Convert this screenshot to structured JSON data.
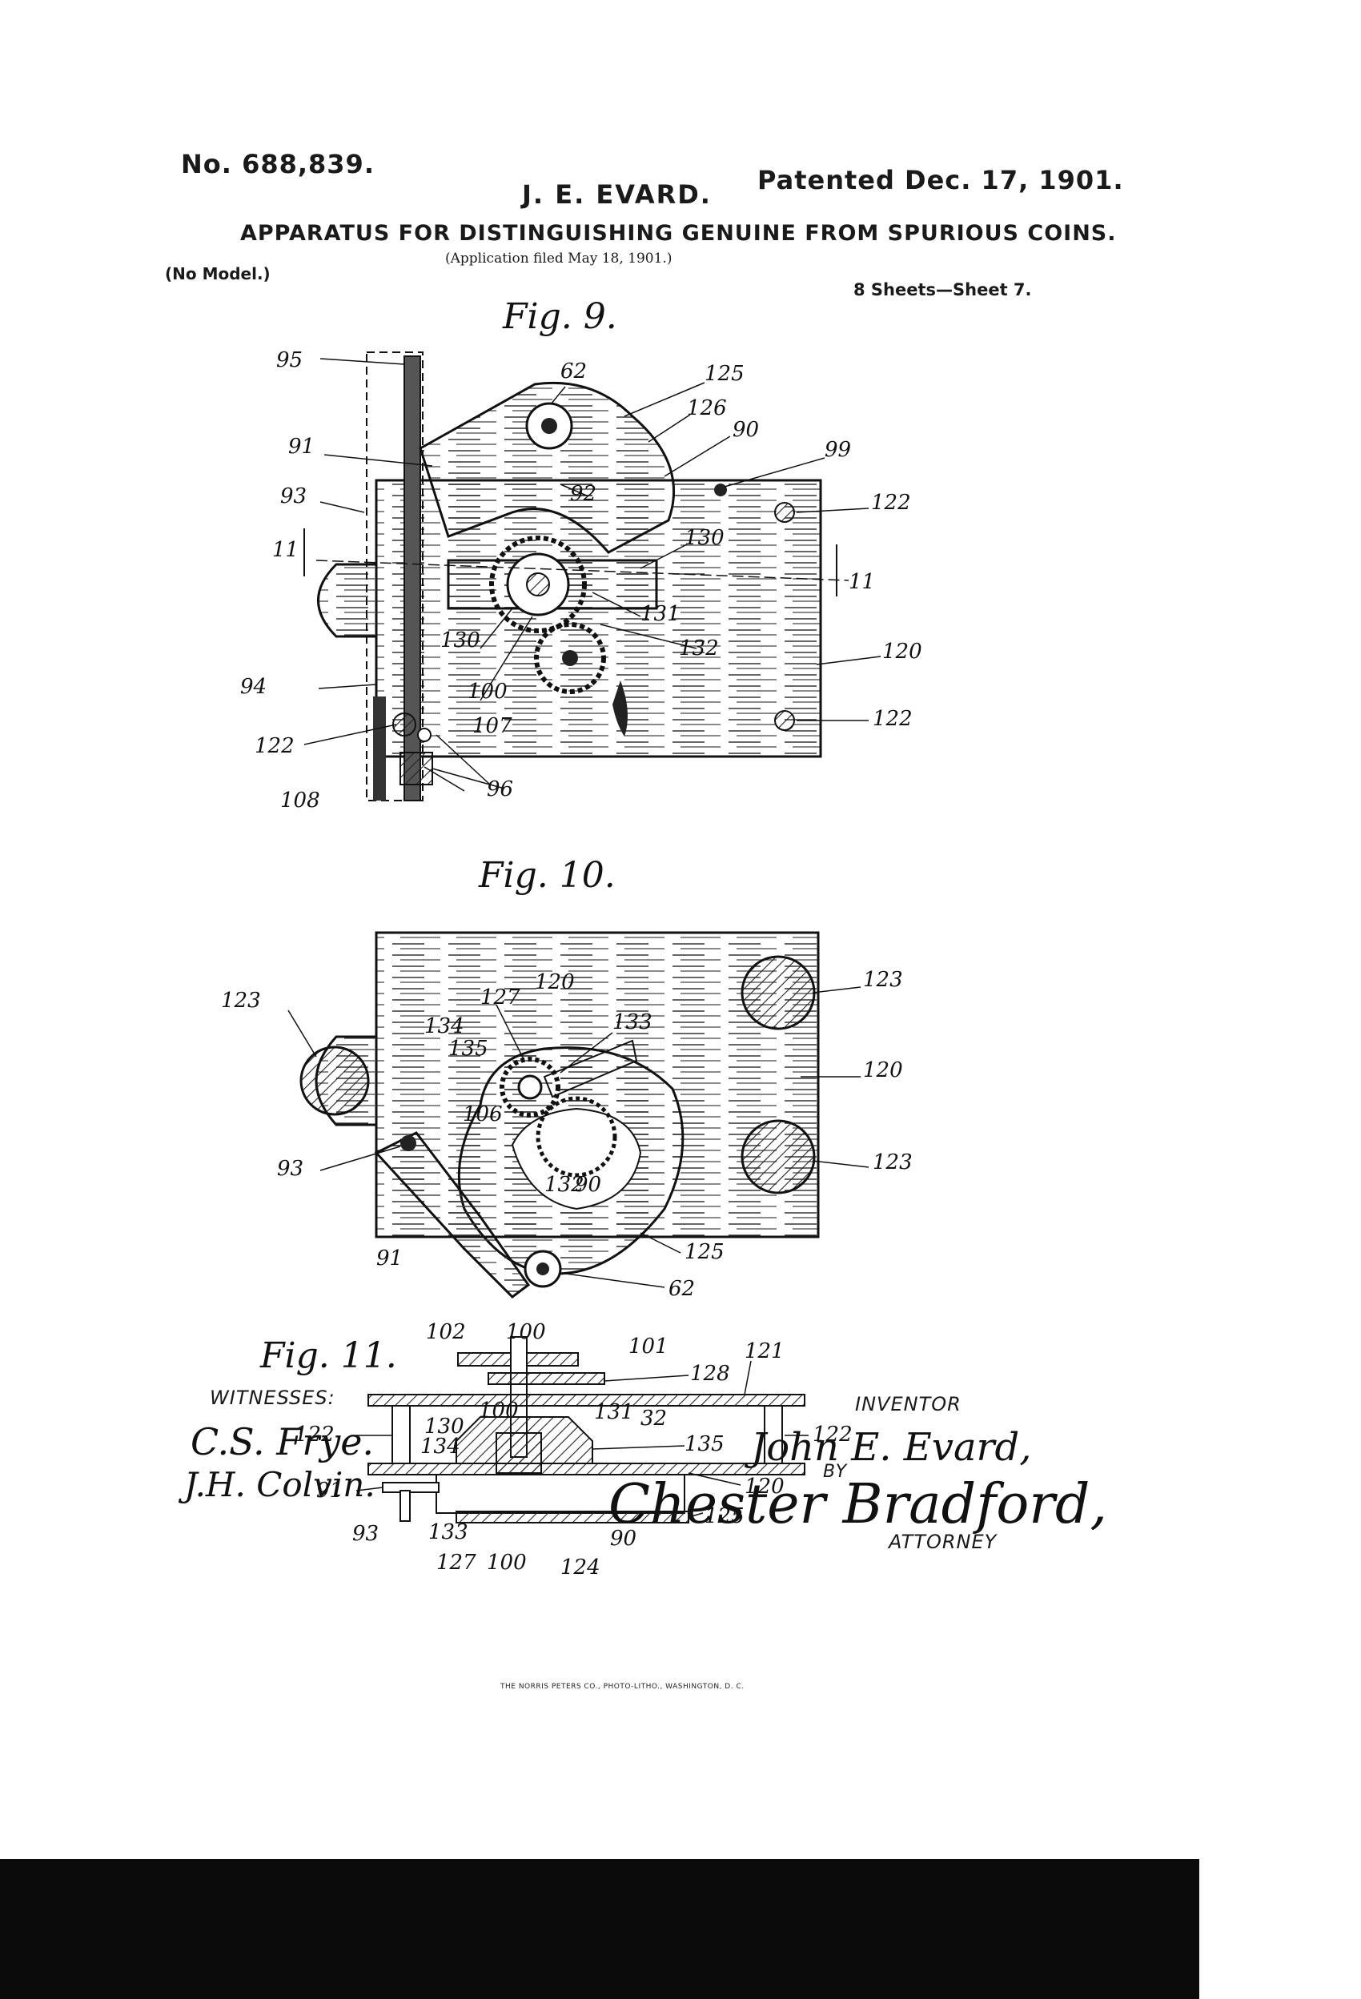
{
  "header": {
    "patent_number": "No. 688,839.",
    "inventor": "J. E. EVARD.",
    "patented_date": "Patented Dec. 17, 1901.",
    "title": "APPARATUS FOR DISTINGUISHING GENUINE FROM SPURIOUS COINS.",
    "filed": "(Application filed May 18, 1901.)",
    "model": "(No Model.)",
    "sheets": "8 Sheets—Sheet 7."
  },
  "figures": {
    "fig9": {
      "title": "Fig. 9.",
      "labels": [
        "95",
        "62",
        "125",
        "126",
        "90",
        "99",
        "91",
        "92",
        "122",
        "93",
        "11",
        "130",
        "11",
        "131",
        "132",
        "120",
        "130",
        "94",
        "100",
        "107",
        "122",
        "122",
        "108",
        "96"
      ]
    },
    "fig10": {
      "title": "Fig. 10.",
      "labels": [
        "120",
        "123",
        "123",
        "127",
        "133",
        "134",
        "135",
        "120",
        "106",
        "93",
        "132",
        "90",
        "123",
        "91",
        "125",
        "62"
      ]
    },
    "fig11": {
      "title": "Fig. 11.",
      "labels": [
        "102",
        "100",
        "101",
        "121",
        "128",
        "100",
        "131",
        "32",
        "122",
        "130",
        "134",
        "135",
        "122",
        "91",
        "120",
        "93",
        "133",
        "90",
        "125",
        "127",
        "100",
        "124"
      ]
    }
  },
  "signatures": {
    "witnesses_label": "WITNESSES:",
    "witness_1": "C.S. Frye.",
    "witness_2": "J.H. Colvin.",
    "inventor_label": "INVENTOR",
    "inventor_signature": "John E. Evard,",
    "by_label": "BY",
    "attorney_signature": "Chester Bradford,",
    "attorney_label": "ATTORNEY"
  },
  "footer": {
    "printer": "THE NORRIS PETERS CO., PHOTO-LITHO., WASHINGTON, D. C."
  }
}
